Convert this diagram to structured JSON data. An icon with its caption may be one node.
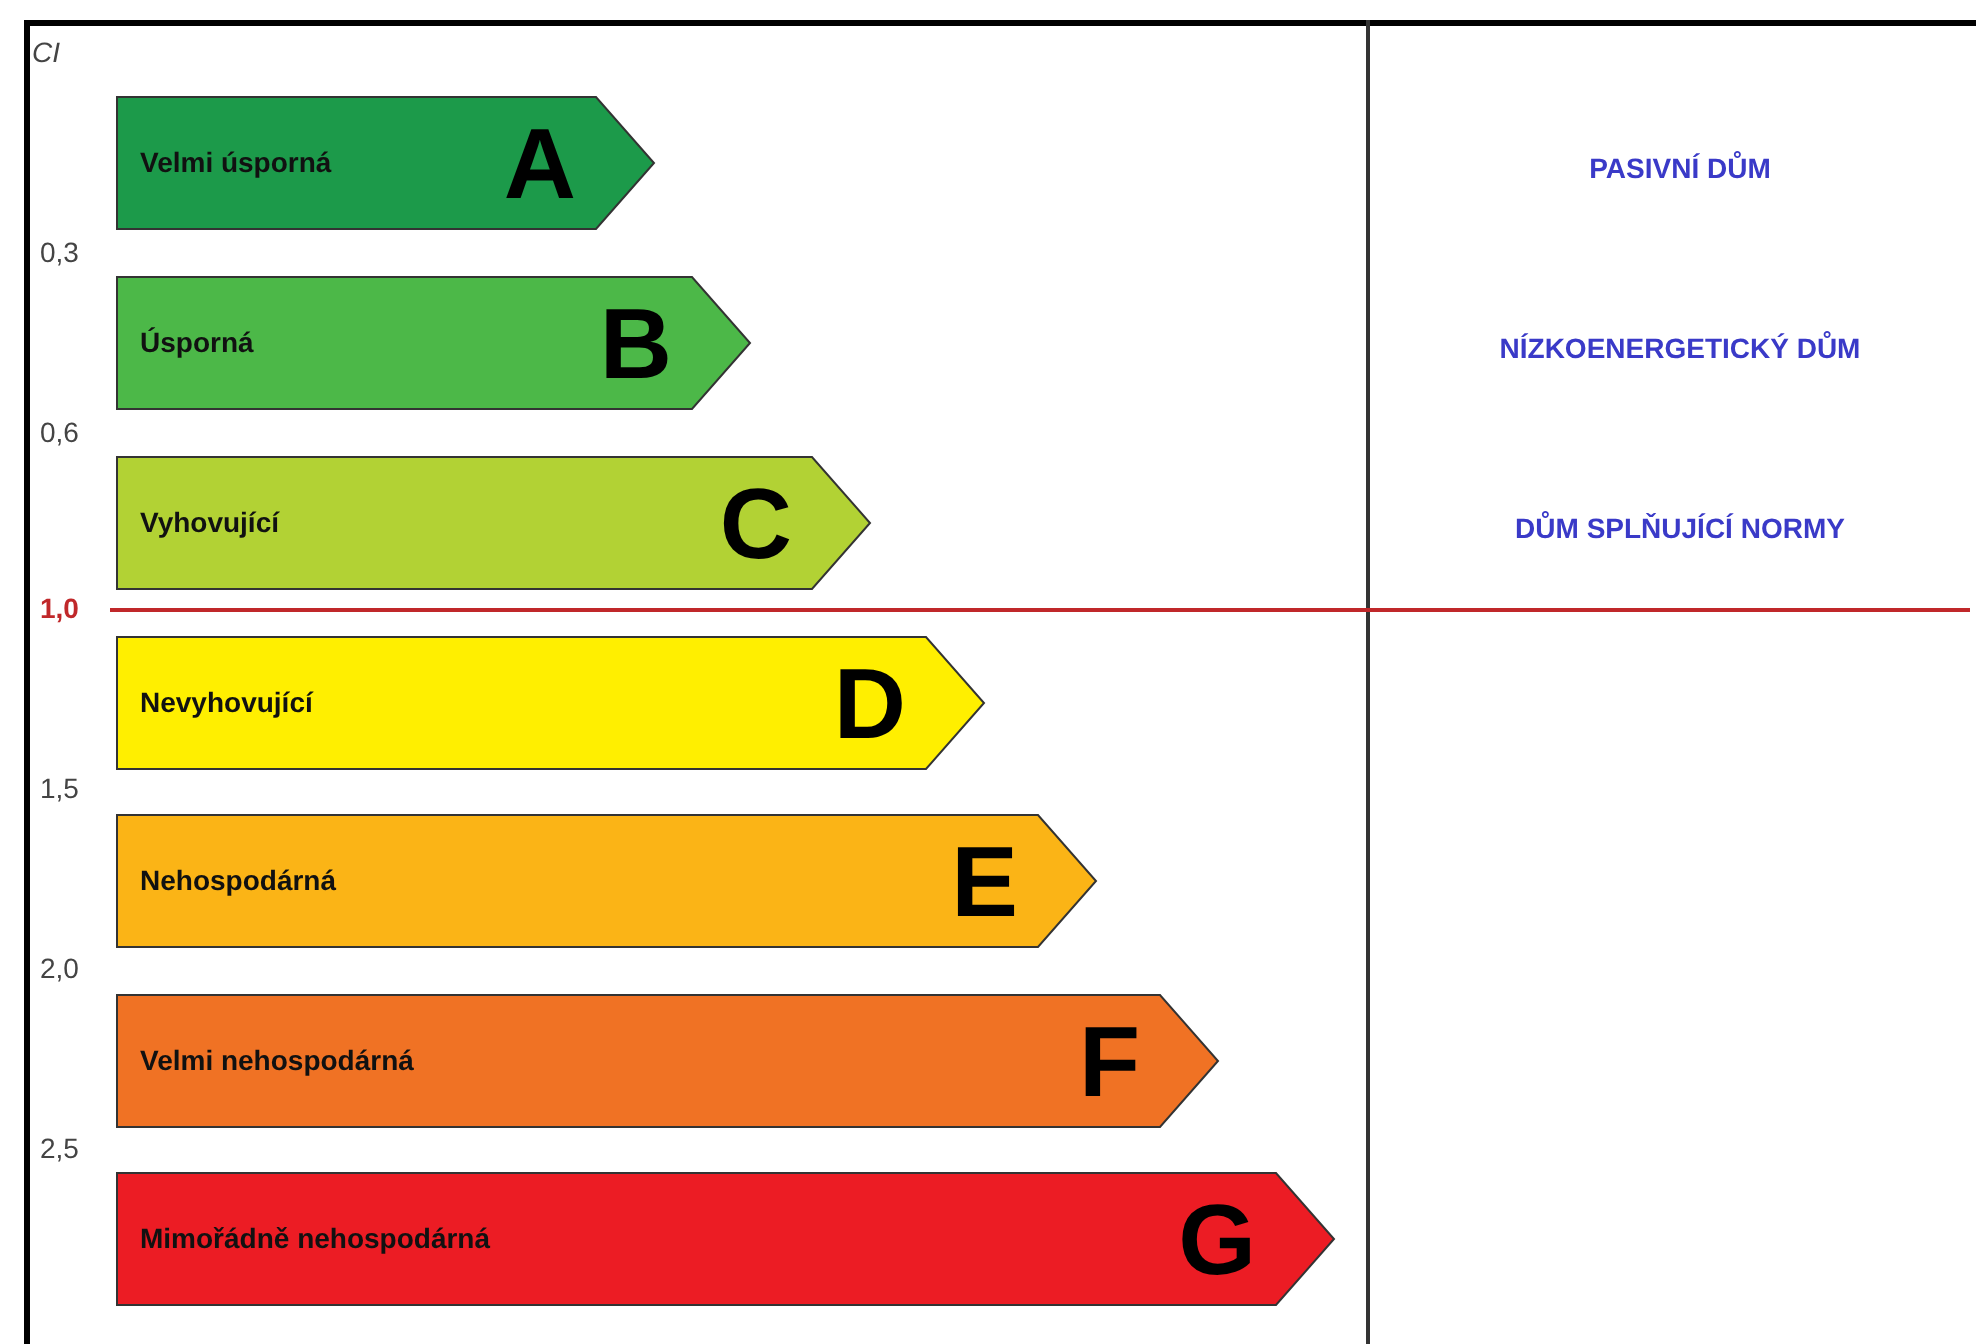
{
  "diagram": {
    "nodes": [
      {
        "text": [
          "Velmi úsporná",
          "A"
        ]
      },
      {
        "text": [
          "Úsporná",
          "B"
        ]
      },
      {
        "text": [
          "Vyhovující",
          "C"
        ]
      },
      {
        "text": [
          "Nevyhovující",
          "D"
        ]
      },
      {
        "text": [
          "Nehospodárná",
          "E"
        ]
      },
      {
        "text": [
          "Velmi nehospodárná",
          "F"
        ]
      },
      {
        "text": [
          "Mimořádně nehospodárná",
          "G"
        ]
      }
    ],
    "labels": [
      "CI",
      "PASIVNÍ DŮM",
      "0,3",
      "NÍZKOENERGETICKÝ DŮM",
      "0,6",
      "DŮM SPLŇUJÍCÍ NORMY",
      "1,0",
      "1,5",
      "2,0",
      "2,5"
    ]
  }
}
